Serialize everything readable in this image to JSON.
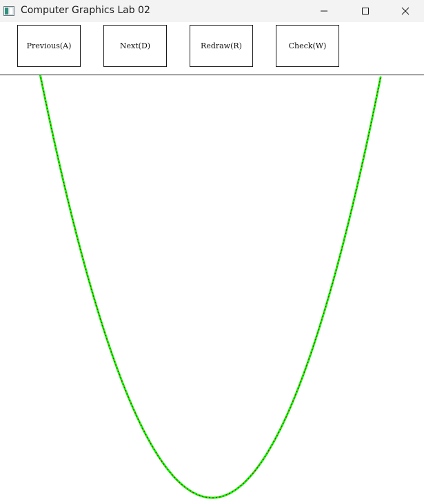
{
  "window": {
    "title": "Computer Graphics Lab 02",
    "controls": {
      "minimize": "minimize-icon",
      "maximize": "maximize-icon",
      "close": "close-icon"
    }
  },
  "toolbar": {
    "previous_label": "Previous(A)",
    "next_label": "Next(D)",
    "redraw_label": "Redraw(R)",
    "check_label": "Check(W)"
  },
  "canvas": {
    "background": "#ffffff",
    "reference_curve_color": "#00ff00",
    "drawn_curve_color": "#cc0000"
  }
}
